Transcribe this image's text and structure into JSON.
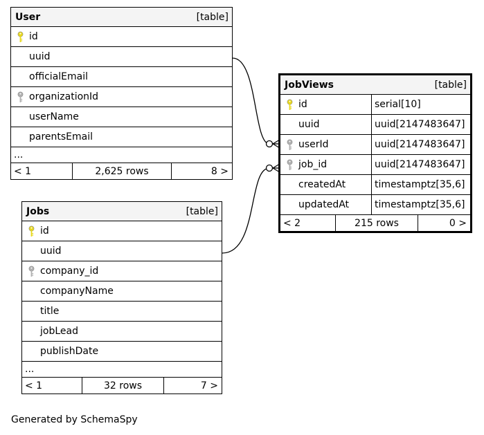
{
  "tables": {
    "user": {
      "name": "User",
      "kind": "[table]",
      "columns": [
        {
          "name": "id",
          "key": "primary"
        },
        {
          "name": "uuid",
          "key": ""
        },
        {
          "name": "officialEmail",
          "key": ""
        },
        {
          "name": "organizationId",
          "key": "foreign"
        },
        {
          "name": "userName",
          "key": ""
        },
        {
          "name": "parentsEmail",
          "key": ""
        }
      ],
      "more": "...",
      "footer": {
        "prev": "< 1",
        "rows": "2,625 rows",
        "next": "8 >"
      }
    },
    "jobs": {
      "name": "Jobs",
      "kind": "[table]",
      "columns": [
        {
          "name": "id",
          "key": "primary"
        },
        {
          "name": "uuid",
          "key": ""
        },
        {
          "name": "company_id",
          "key": "foreign"
        },
        {
          "name": "companyName",
          "key": ""
        },
        {
          "name": "title",
          "key": ""
        },
        {
          "name": "jobLead",
          "key": ""
        },
        {
          "name": "publishDate",
          "key": ""
        }
      ],
      "more": "...",
      "footer": {
        "prev": "< 1",
        "rows": "32 rows",
        "next": "7 >"
      }
    },
    "jobviews": {
      "name": "JobViews",
      "kind": "[table]",
      "columns": [
        {
          "name": "id",
          "type": "serial[10]",
          "key": "primary"
        },
        {
          "name": "uuid",
          "type": "uuid[2147483647]",
          "key": ""
        },
        {
          "name": "userId",
          "type": "uuid[2147483647]",
          "key": "foreign"
        },
        {
          "name": "job_id",
          "type": "uuid[2147483647]",
          "key": "foreign"
        },
        {
          "name": "createdAt",
          "type": "timestamptz[35,6]",
          "key": ""
        },
        {
          "name": "updatedAt",
          "type": "timestamptz[35,6]",
          "key": ""
        }
      ],
      "footer": {
        "prev": "< 2",
        "rows": "215 rows",
        "next": "0 >"
      }
    }
  },
  "relationships": [
    {
      "from": "User.uuid",
      "to": "JobViews.userId"
    },
    {
      "from": "Jobs.uuid",
      "to": "JobViews.job_id"
    }
  ],
  "icons": {
    "primary": "key-icon-gold",
    "foreign": "key-icon-gray"
  },
  "colors": {
    "primary_key": "#e8d81c",
    "foreign_key": "#b0b0b0",
    "header_bg": "#f4f4f4"
  },
  "credit": "Generated by SchemaSpy"
}
